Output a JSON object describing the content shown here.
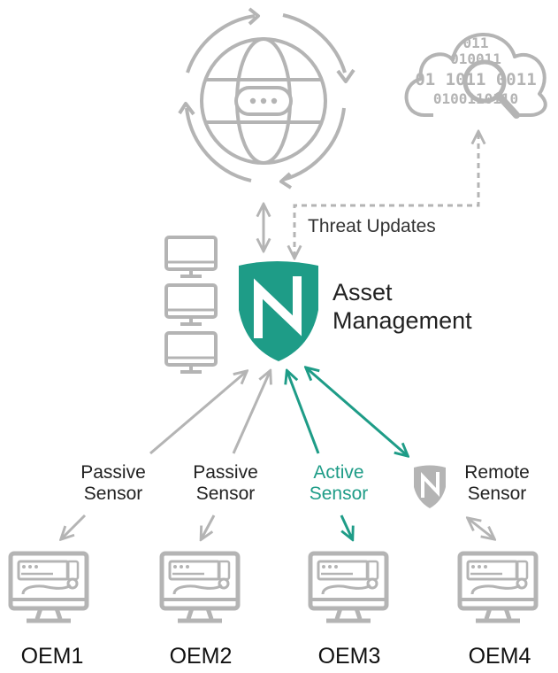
{
  "colors": {
    "accent": "#1e9c87",
    "gray": "#b4b4b4",
    "dark": "#222222"
  },
  "icons": {
    "globe": "globe-sync-icon",
    "cloud": "cloud-binary-search-icon",
    "monitors": "monitor-icon",
    "shield": "shield-logo-icon",
    "remote_shield": "shield-logo-icon",
    "device": "oem-device-icon"
  },
  "cloud_binary": [
    "011",
    "010011",
    "01 1011 0011",
    "0100110110"
  ],
  "threat_updates": "Threat Updates",
  "asset_management": {
    "line1": "Asset",
    "line2": "Management"
  },
  "sensors": [
    {
      "line1": "Passive",
      "line2": "Sensor",
      "active": false
    },
    {
      "line1": "Passive",
      "line2": "Sensor",
      "active": false
    },
    {
      "line1": "Active",
      "line2": "Sensor",
      "active": true
    },
    {
      "line1": "Remote",
      "line2": "Sensor",
      "active": false
    }
  ],
  "oems": [
    "OEM1",
    "OEM2",
    "OEM3",
    "OEM4"
  ]
}
